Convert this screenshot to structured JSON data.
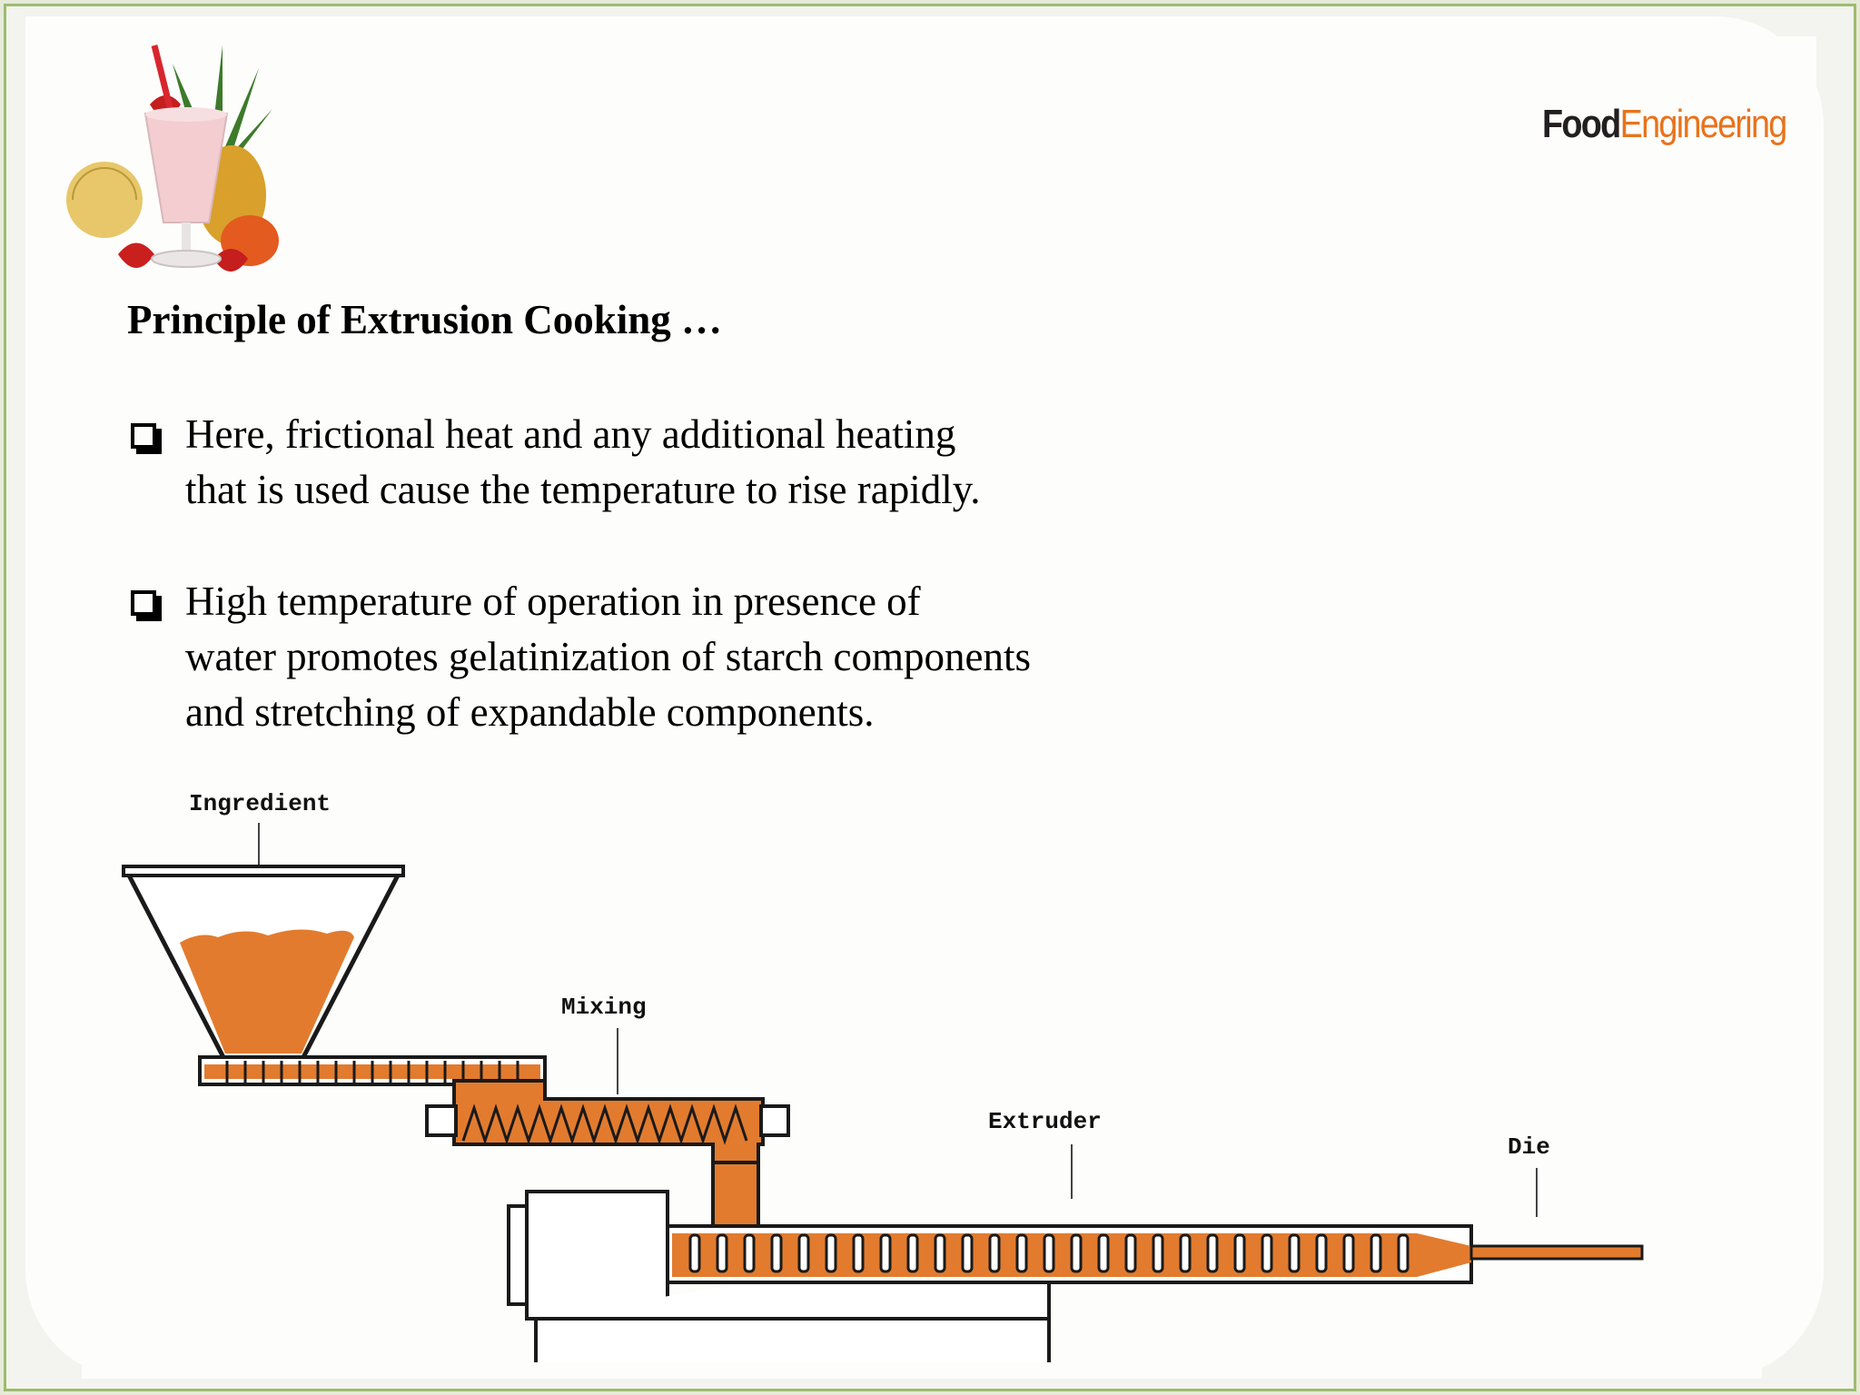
{
  "header": {
    "brand_food": "Food",
    "brand_engineering": "Engineering"
  },
  "slide": {
    "title": "Principle of Extrusion Cooking …",
    "bullets": [
      {
        "lines": [
          "Here, frictional heat and any additional heating",
          "that is used cause the temperature to rise rapidly."
        ]
      },
      {
        "lines": [
          "High temperature of operation in presence of",
          "water promotes gelatinization of starch components",
          "and stretching of expandable components."
        ]
      }
    ]
  },
  "diagram": {
    "labels": {
      "ingredient": "Ingredient",
      "mixing": "Mixing",
      "extruder": "Extruder",
      "die": "Die"
    },
    "colors": {
      "product": "#e27b2e",
      "outline": "#1a1a1a"
    }
  },
  "colors": {
    "frame_border": "#9dbb6e",
    "brand_accent": "#e8731d"
  }
}
